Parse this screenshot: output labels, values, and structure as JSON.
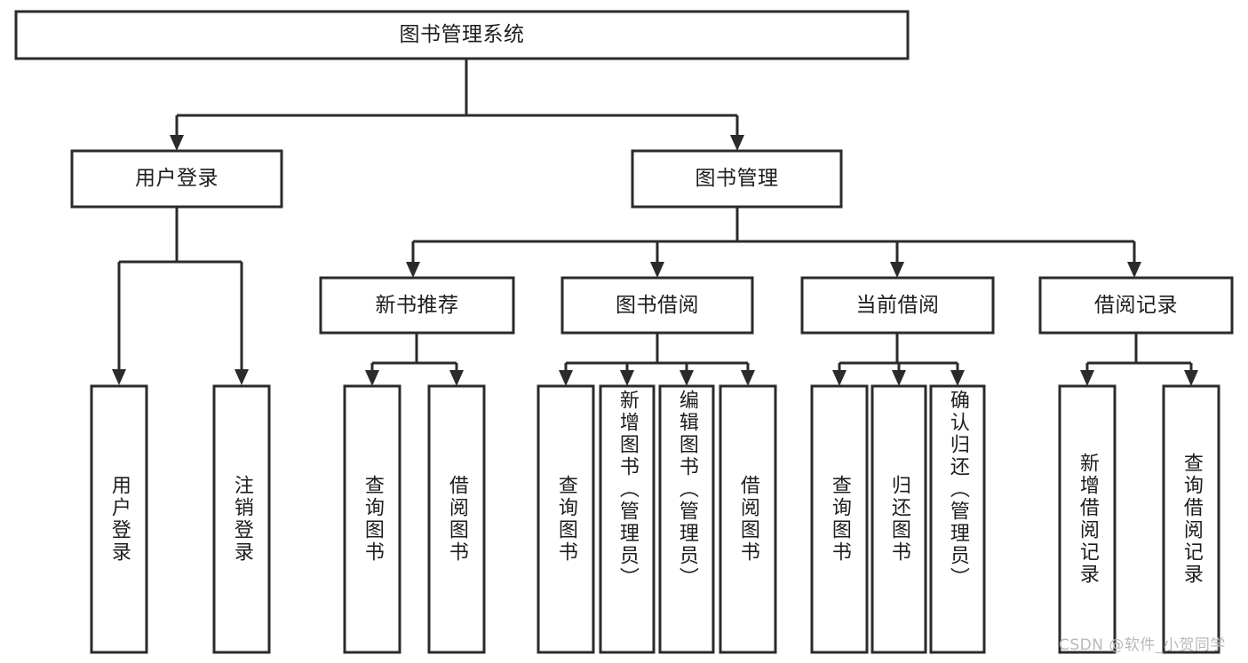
{
  "diagram": {
    "type": "tree-hierarchy",
    "title": "图书管理系统",
    "orientation": "top-down",
    "colors": {
      "box_stroke": "#2b2b2b",
      "box_fill": "#ffffff",
      "connector": "#2b2b2b",
      "text": "#1d1d1d",
      "watermark": "#b9b9b9",
      "background": "#ffffff"
    },
    "root": {
      "label": "图书管理系统"
    },
    "level2": [
      {
        "label": "用户登录"
      },
      {
        "label": "图书管理"
      }
    ],
    "level3": [
      {
        "label": "新书推荐"
      },
      {
        "label": "图书借阅"
      },
      {
        "label": "当前借阅"
      },
      {
        "label": "借阅记录"
      }
    ],
    "leaves": {
      "user_login": [
        {
          "label": "用户登录"
        },
        {
          "label": "注销登录"
        }
      ],
      "new_book_recommend": [
        {
          "label": "查询图书"
        },
        {
          "label": "借阅图书"
        }
      ],
      "book_borrow": [
        {
          "label": "查询图书"
        },
        {
          "label": "新增图书（管理员）"
        },
        {
          "label": "编辑图书（管理员）"
        },
        {
          "label": "借阅图书"
        }
      ],
      "current_borrow": [
        {
          "label": "查询图书"
        },
        {
          "label": "归还图书"
        },
        {
          "label": "确认归还（管理员）"
        }
      ],
      "borrow_record": [
        {
          "label": "新增借阅记录"
        },
        {
          "label": "查询借阅记录"
        }
      ]
    },
    "watermark": "CSDN @软件_小贺同学"
  }
}
